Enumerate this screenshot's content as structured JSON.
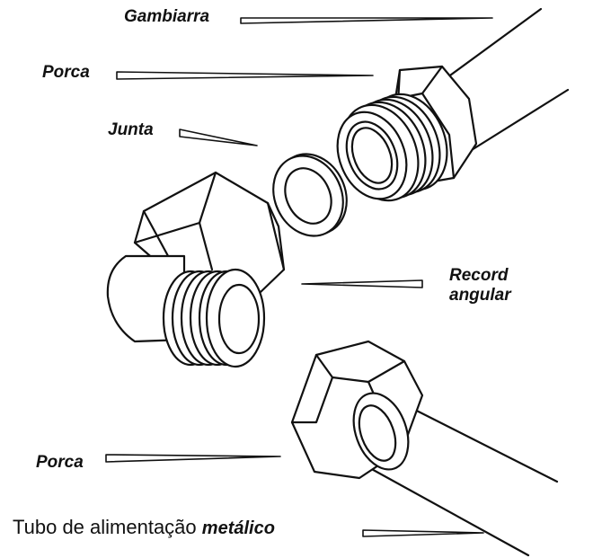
{
  "labels": {
    "gambiarra": "Gambiarra",
    "porca_top": "Porca",
    "junta": "Junta",
    "record_line1": "Record",
    "record_line2": "angular",
    "porca_bottom": "Porca",
    "tubo_prefix": "Tubo de alimentação",
    "tubo_em": "metálico"
  },
  "colors": {
    "ink": "#111111",
    "paper": "#ffffff",
    "shade": "#f2f2f2"
  }
}
